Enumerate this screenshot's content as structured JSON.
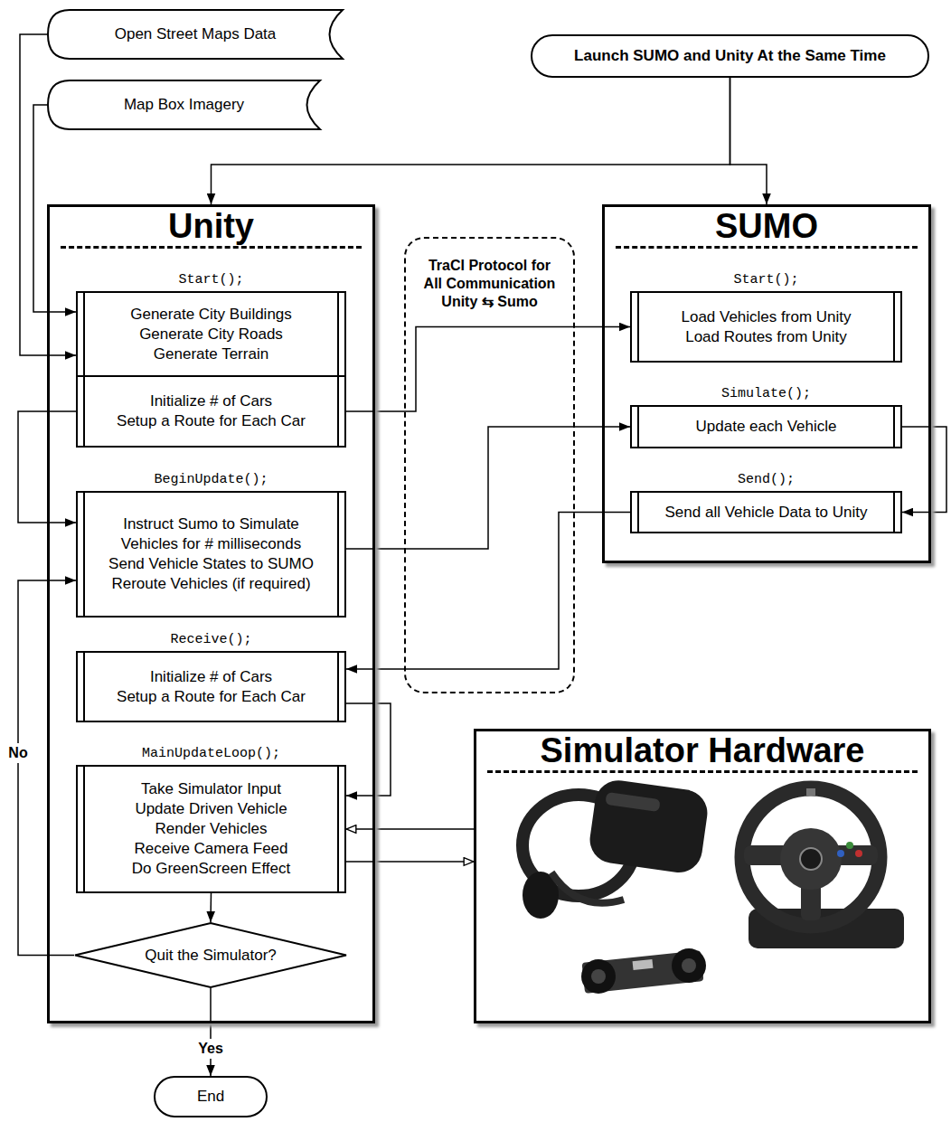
{
  "diagram": {
    "nodes": [
      {
        "text": [
          "Open Street Maps Data"
        ]
      },
      {
        "text": [
          "Map Box Imagery"
        ]
      },
      {
        "text": [
          "Launch SUMO and Unity At the Same Time"
        ]
      },
      {
        "text": [
          "Unity"
        ]
      },
      {
        "text": [
          "Start();",
          "Generate City Buildings Generate City Roads Generate Terrain"
        ],
        "in": 3
      },
      {
        "text": [
          "Initialize # of Cars Setup a Route for Each Car"
        ],
        "in": 3
      },
      {
        "text": [
          "BeginUpdate();",
          "Instruct Sumo to Simulate Vehicles for # milliseconds Send Vehicle States to SUMO Reroute Vehicles (if required)"
        ],
        "in": 3
      },
      {
        "text": [
          "Receive();",
          "Initialize # of Cars Setup a Route for Each Car"
        ],
        "in": 3
      },
      {
        "text": [
          "MainUpdateLoop();",
          "Take Simulator Input Update Driven Vehicle Render Vehicles Receive Camera Feed Do GreenScreen Effect"
        ],
        "in": 3
      },
      {
        "text": [
          "Quit the Simulator?"
        ],
        "in": 3
      },
      {
        "text": [
          "TraCI Protocol for All Communication Unity ⇆ Sumo"
        ]
      },
      {
        "text": [
          "SUMO"
        ]
      },
      {
        "text": [
          "Start();",
          "Load Vehicles from Unity Load Routes from Unity"
        ],
        "in": 11
      },
      {
        "text": [
          "Simulate();",
          "Update each Vehicle"
        ],
        "in": 11
      },
      {
        "text": [
          "Send();",
          "Send all Vehicle Data to Unity"
        ],
        "in": 11
      },
      {
        "text": [
          "Simulator Hardware"
        ]
      },
      {
        "text": [
          "End"
        ]
      }
    ],
    "edges": [
      {
        "from": 0,
        "to": 4,
        "arrow": "to"
      },
      {
        "from": 1,
        "to": 4,
        "arrow": "to"
      },
      {
        "from": 2,
        "to": 3,
        "arrow": "to"
      },
      {
        "from": 2,
        "to": 11,
        "arrow": "to"
      },
      {
        "from": 5,
        "to": 12,
        "arrow": "to"
      },
      {
        "from": 5,
        "to": 6,
        "arrow": "to"
      },
      {
        "from": 6,
        "to": 13,
        "arrow": "to"
      },
      {
        "from": 13,
        "to": 14,
        "arrow": "to"
      },
      {
        "from": 14,
        "to": 7,
        "arrow": "to"
      },
      {
        "from": 7,
        "to": 8,
        "arrow": "to"
      },
      {
        "from": 15,
        "to": 8,
        "arrow": "to"
      },
      {
        "from": 8,
        "to": 15,
        "arrow": "to"
      },
      {
        "from": 8,
        "to": 9,
        "arrow": "to"
      },
      {
        "from": 9,
        "to": 6,
        "label": "No",
        "arrow": "to"
      },
      {
        "from": 9,
        "to": 16,
        "label": "Yes",
        "arrow": "to"
      }
    ]
  }
}
